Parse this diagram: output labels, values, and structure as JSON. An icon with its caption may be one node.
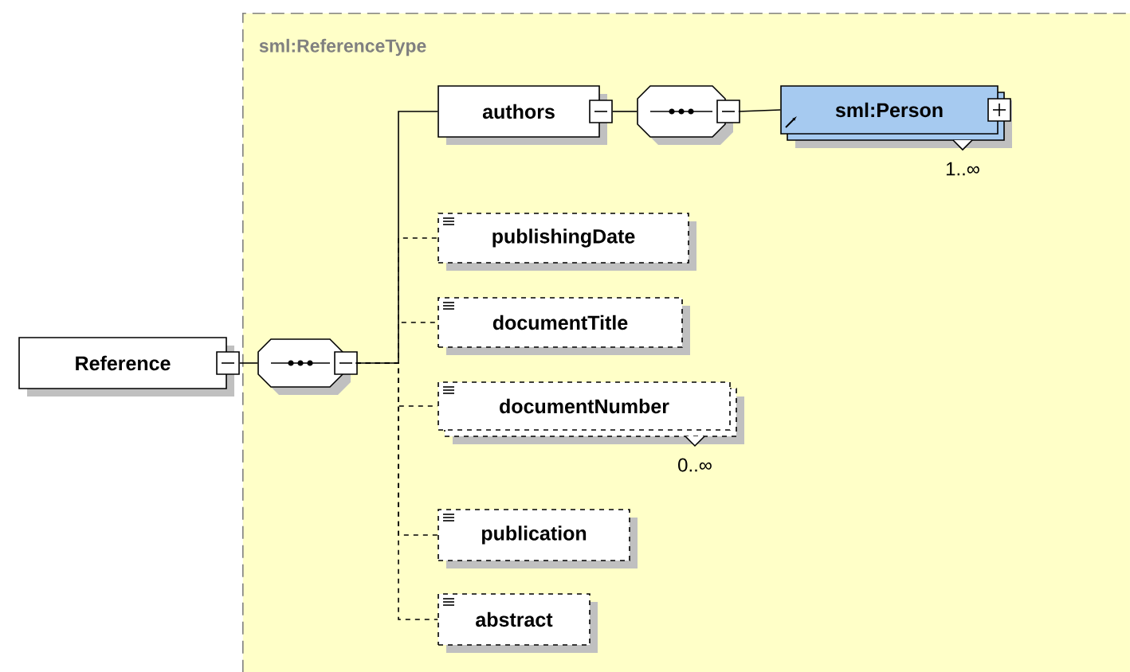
{
  "diagram": {
    "nodes": [
      {
        "text": [
          "Reference"
        ]
      },
      {
        "text": [
          "sml:ReferenceType"
        ]
      },
      {
        "text": [],
        "shape": "octagon",
        "in": 1
      },
      {
        "text": [
          "authors"
        ],
        "in": 1
      },
      {
        "text": [],
        "shape": "octagon",
        "in": 1
      },
      {
        "text": [
          "sml:Person"
        ],
        "in": 1,
        "beside": [
          "1..∞"
        ]
      },
      {
        "text": [
          "publishingDate"
        ],
        "in": 1
      },
      {
        "text": [
          "documentTitle"
        ],
        "in": 1
      },
      {
        "text": [
          "documentNumber"
        ],
        "in": 1,
        "beside": [
          "0..∞"
        ]
      },
      {
        "text": [
          "publication"
        ],
        "in": 1
      },
      {
        "text": [
          "abstract"
        ],
        "in": 1
      }
    ],
    "edges": [
      {
        "from": 0,
        "to": 2,
        "arrow": "none"
      },
      {
        "from": 2,
        "to": 3,
        "arrow": "none"
      },
      {
        "from": 3,
        "to": 4,
        "arrow": "none"
      },
      {
        "from": 4,
        "to": 5,
        "arrow": "none"
      },
      {
        "from": 2,
        "to": 6,
        "arrow": "none",
        "style": "dashed"
      },
      {
        "from": 2,
        "to": 7,
        "arrow": "none",
        "style": "dashed"
      },
      {
        "from": 2,
        "to": 8,
        "arrow": "none",
        "style": "dashed"
      },
      {
        "from": 2,
        "to": 9,
        "arrow": "none",
        "style": "dashed"
      },
      {
        "from": 2,
        "to": 10,
        "arrow": "none",
        "style": "dashed"
      }
    ]
  }
}
